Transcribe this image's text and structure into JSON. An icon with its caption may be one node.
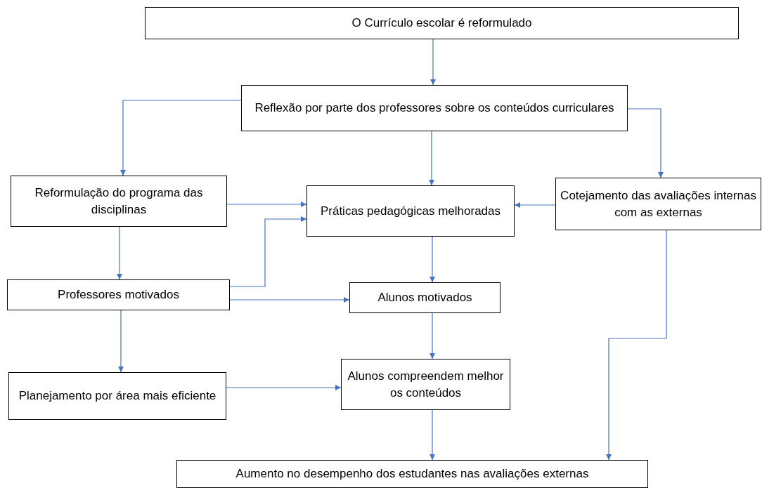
{
  "diagram": {
    "nodes": [
      {
        "text": [
          "O Currículo escolar é reformulado"
        ]
      },
      {
        "text": [
          "Reflexão por parte dos professores sobre os conteúdos curriculares"
        ]
      },
      {
        "text": [
          "Reformulação do programa das disciplinas"
        ]
      },
      {
        "text": [
          "Práticas pedagógicas melhoradas"
        ]
      },
      {
        "text": [
          "Cotejamento das avaliações internas com as externas"
        ]
      },
      {
        "text": [
          "Professores motivados"
        ]
      },
      {
        "text": [
          "Alunos motivados"
        ]
      },
      {
        "text": [
          "Planejamento por área mais eficiente"
        ]
      },
      {
        "text": [
          "Alunos compreendem melhor os conteúdos"
        ]
      },
      {
        "text": [
          "Aumento no desempenho dos estudantes nas avaliações externas"
        ]
      }
    ],
    "edges": [
      {
        "from": 0,
        "to": 1,
        "arrow": "to"
      },
      {
        "from": 1,
        "to": 2,
        "arrow": "to"
      },
      {
        "from": 1,
        "to": 3,
        "arrow": "to"
      },
      {
        "from": 1,
        "to": 4,
        "arrow": "to"
      },
      {
        "from": 2,
        "to": 3,
        "arrow": "to"
      },
      {
        "from": 4,
        "to": 3,
        "arrow": "to"
      },
      {
        "from": 2,
        "to": 5,
        "arrow": "to"
      },
      {
        "from": 5,
        "to": 3,
        "arrow": "to"
      },
      {
        "from": 5,
        "to": 6,
        "arrow": "to"
      },
      {
        "from": 3,
        "to": 6,
        "arrow": "to"
      },
      {
        "from": 5,
        "to": 7,
        "arrow": "to"
      },
      {
        "from": 6,
        "to": 8,
        "arrow": "to"
      },
      {
        "from": 7,
        "to": 8,
        "arrow": "to"
      },
      {
        "from": 8,
        "to": 9,
        "arrow": "to"
      },
      {
        "from": 4,
        "to": 9,
        "arrow": "to"
      }
    ]
  }
}
